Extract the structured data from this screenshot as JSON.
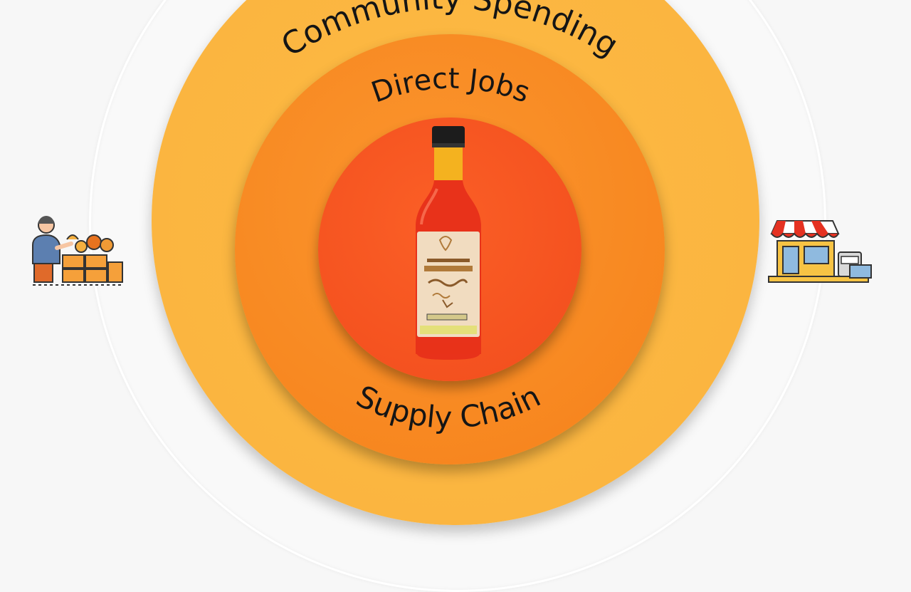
{
  "diagram": {
    "rings": {
      "outer_label": "Community Spending",
      "middle_label": "Direct Jobs",
      "inner_bottom_label": "Supply Chain"
    },
    "icons": {
      "left": "market-vendor-icon",
      "right": "storefront-icon",
      "center": "hot-sauce-bottle"
    },
    "colors": {
      "outer_ring": "#fbb540",
      "middle_ring": "#f7861f",
      "inner_ring": "#f4511f",
      "text": "#151515"
    }
  }
}
